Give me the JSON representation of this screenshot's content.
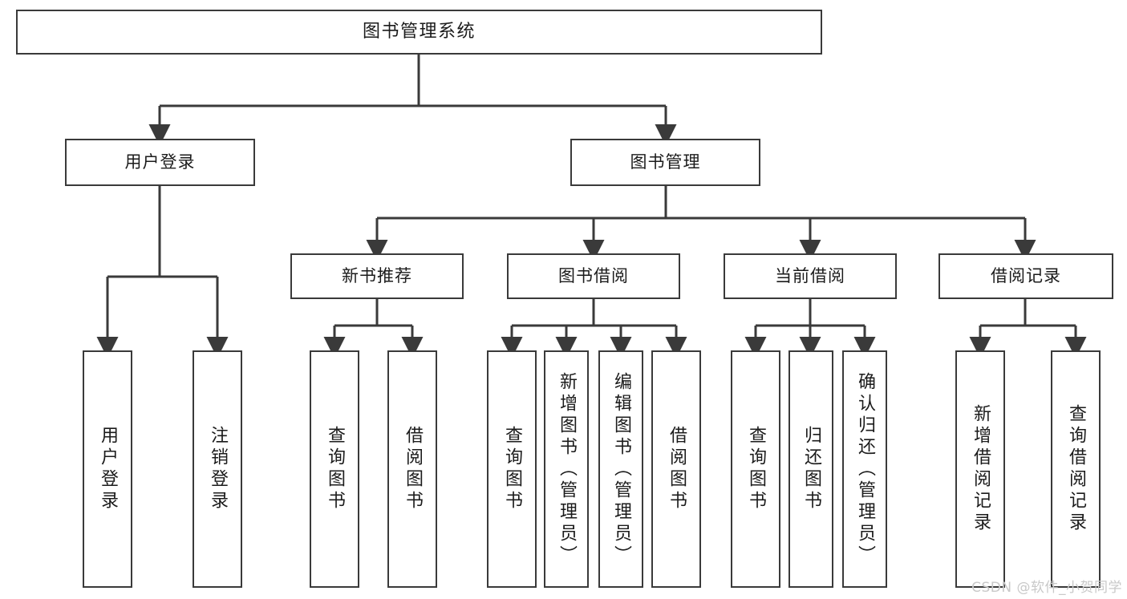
{
  "diagram": {
    "title": "图书管理系统",
    "type": "tree-hierarchy-diagram",
    "colors": {
      "stroke": "#3a3a3a",
      "fill": "#ffffff",
      "text": "#1b1b1b",
      "watermark": "#c9c9c9"
    },
    "root": {
      "label": "图书管理系统"
    },
    "level1": [
      {
        "label": "用户登录"
      },
      {
        "label": "图书管理"
      }
    ],
    "level2": [
      {
        "label": "新书推荐"
      },
      {
        "label": "图书借阅"
      },
      {
        "label": "当前借阅"
      },
      {
        "label": "借阅记录"
      }
    ],
    "leaves": {
      "user_login": [
        {
          "label": "用户登录"
        },
        {
          "label": "注销登录"
        }
      ],
      "new_book_recommend": [
        {
          "label": "查询图书"
        },
        {
          "label": "借阅图书"
        }
      ],
      "book_borrow": [
        {
          "label": "查询图书"
        },
        {
          "label": "新增图书（管理员）"
        },
        {
          "label": "编辑图书（管理员）"
        },
        {
          "label": "借阅图书"
        }
      ],
      "current_borrow": [
        {
          "label": "查询图书"
        },
        {
          "label": "归还图书"
        },
        {
          "label": "确认归还（管理员）"
        }
      ],
      "borrow_record": [
        {
          "label": "新增借阅记录"
        },
        {
          "label": "查询借阅记录"
        }
      ]
    }
  },
  "watermark": {
    "text": "CSDN @软件_小贺同学"
  }
}
